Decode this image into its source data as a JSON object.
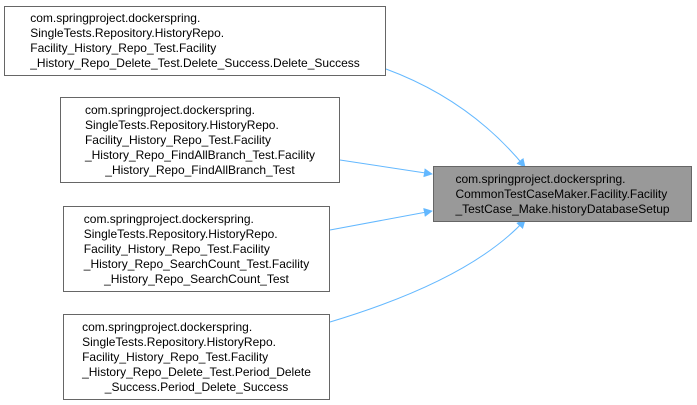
{
  "diagram": {
    "target": {
      "lines": [
        "com.springproject.dockerspring.",
        "CommonTestCaseMaker.Facility.Facility",
        "_TestCase_Make.historyDatabaseSetup"
      ]
    },
    "callers": [
      {
        "lines": [
          "com.springproject.dockerspring.",
          "SingleTests.Repository.HistoryRepo.",
          "Facility_History_Repo_Test.Facility",
          "_History_Repo_Delete_Test.Delete_Success.Delete_Success"
        ]
      },
      {
        "lines": [
          "com.springproject.dockerspring.",
          "SingleTests.Repository.HistoryRepo.",
          "Facility_History_Repo_Test.Facility",
          "_History_Repo_FindAllBranch_Test.Facility",
          "_History_Repo_FindAllBranch_Test"
        ]
      },
      {
        "lines": [
          "com.springproject.dockerspring.",
          "SingleTests.Repository.HistoryRepo.",
          "Facility_History_Repo_Test.Facility",
          "_History_Repo_SearchCount_Test.Facility",
          "_History_Repo_SearchCount_Test"
        ]
      },
      {
        "lines": [
          "com.springproject.dockerspring.",
          "SingleTests.Repository.HistoryRepo.",
          "Facility_History_Repo_Test.Facility",
          "_History_Repo_Delete_Test.Period_Delete",
          "_Success.Period_Delete_Success"
        ]
      }
    ],
    "colors": {
      "edge": "#63b8ff",
      "target_fill": "#999999",
      "node_border": "#666666"
    }
  }
}
